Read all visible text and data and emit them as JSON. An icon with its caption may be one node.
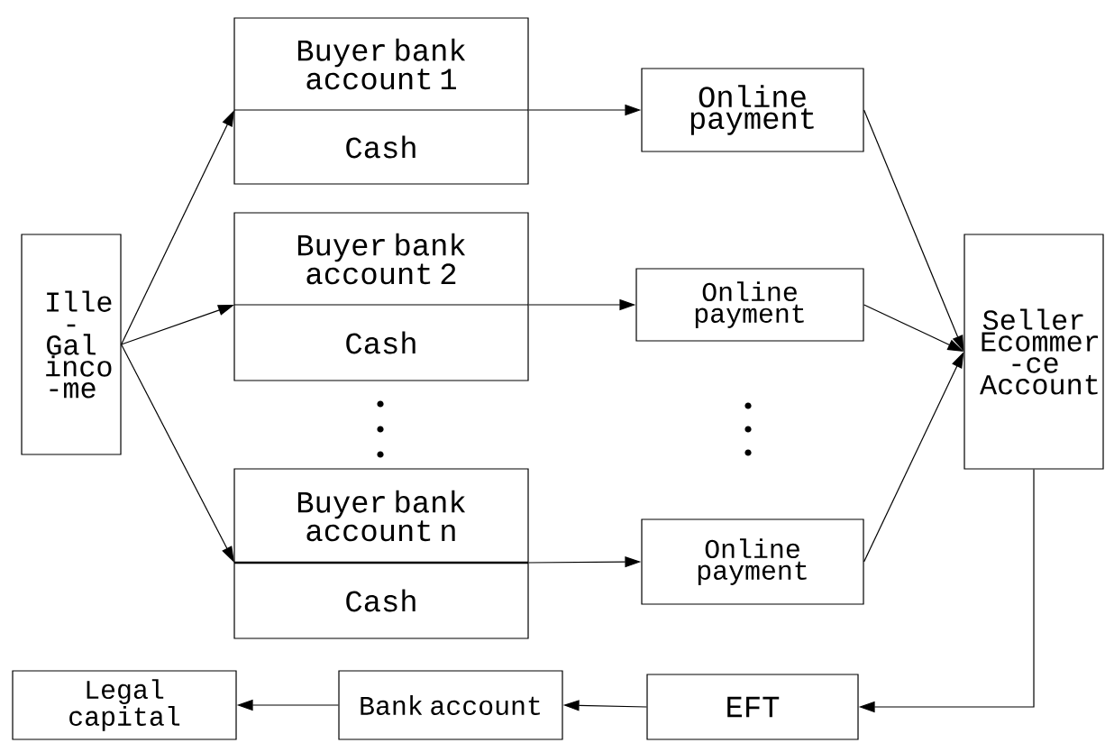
{
  "diagram": {
    "nodes": [
      {
        "text": [
          "Ille -Gal inco -me"
        ]
      },
      {
        "text": [
          "Buyer bank account 1",
          "Cash"
        ]
      },
      {
        "text": [
          "Buyer bank account 2",
          "Cash"
        ]
      },
      {
        "text": [
          "Buyer bank account n",
          "Cash"
        ]
      },
      {
        "text": [
          "Online payment"
        ]
      },
      {
        "text": [
          "Online payment"
        ]
      },
      {
        "text": [
          "Online payment"
        ]
      },
      {
        "text": [
          "Seller Ecommer -ce Account"
        ]
      },
      {
        "text": [
          "EFT"
        ]
      },
      {
        "text": [
          "Bank account"
        ]
      },
      {
        "text": [
          "Legal capital"
        ]
      }
    ],
    "edges": [
      {
        "from": 0,
        "to": 1,
        "arrow": "to"
      },
      {
        "from": 0,
        "to": 2,
        "arrow": "to"
      },
      {
        "from": 0,
        "to": 3,
        "arrow": "to"
      },
      {
        "from": 1,
        "to": 4,
        "arrow": "to"
      },
      {
        "from": 2,
        "to": 5,
        "arrow": "to"
      },
      {
        "from": 3,
        "to": 6,
        "arrow": "to"
      },
      {
        "from": 4,
        "to": 7,
        "arrow": "to"
      },
      {
        "from": 5,
        "to": 7,
        "arrow": "to"
      },
      {
        "from": 6,
        "to": 7,
        "arrow": "to"
      },
      {
        "from": 7,
        "to": 8,
        "arrow": "to"
      },
      {
        "from": 8,
        "to": 9,
        "arrow": "to"
      },
      {
        "from": 9,
        "to": 10,
        "arrow": "to"
      }
    ]
  }
}
